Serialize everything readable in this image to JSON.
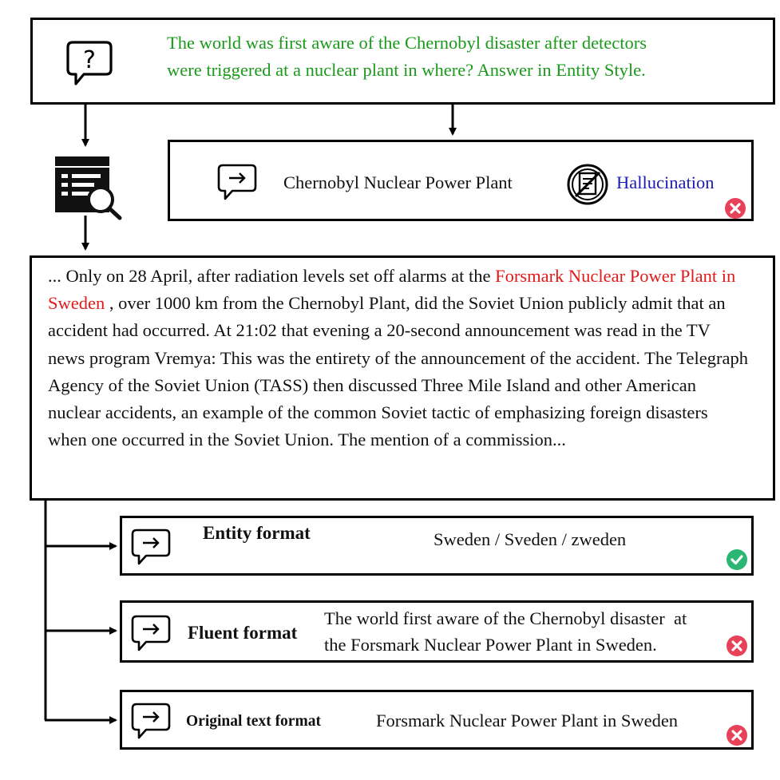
{
  "question": {
    "line1": "The world was first aware of the Chernobyl disaster after detectors",
    "line2": "were triggered at a nuclear plant in where? Answer in Entity Style."
  },
  "direct_answer": {
    "text": "Chernobyl Nuclear Power Plant",
    "label": "Hallucination"
  },
  "passage": {
    "before_highlight": "... Only on 28 April, after radiation levels set off alarms at the ",
    "highlight": "Forsmark Nuclear Power Plant in Sweden",
    "after_highlight": " , over 1000 km from the Chernobyl Plant, did the Soviet Union publicly admit that an accident had occurred. At 21:02 that evening a 20-second announcement was read in the TV news program Vremya: This was the entirety of the announcement of the accident. The Telegraph Agency of the Soviet Union (TASS) then discussed Three Mile Island and other American nuclear accidents, an example of the common Soviet tactic of emphasizing foreign disasters when one occurred in the Soviet Union. The mention of a commission..."
  },
  "formats": [
    {
      "label": "Entity format",
      "answer": "Sweden / Sveden / zweden",
      "correct": true
    },
    {
      "label": "Fluent format",
      "answer_line1": "The world first aware of the Chernobyl disaster  at",
      "answer_line2": "the Forsmark Nuclear Power Plant in Sweden.",
      "correct": false
    },
    {
      "label": "Original text format",
      "answer": "Forsmark Nuclear Power Plant in Sweden",
      "correct": false
    }
  ],
  "colors": {
    "question_text": "#1a9a1a",
    "highlight": "#e01a1a",
    "hallucination_label": "#1c1cb4",
    "correct_badge": "#2bb673",
    "wrong_badge": "#e8415a"
  },
  "icons": {
    "question": "question-bubble-icon",
    "answer": "answer-arrow-bubble-icon",
    "retrieval": "document-search-icon",
    "hallucination": "no-document-icon",
    "correct": "check-badge-icon",
    "wrong": "cross-badge-icon"
  }
}
